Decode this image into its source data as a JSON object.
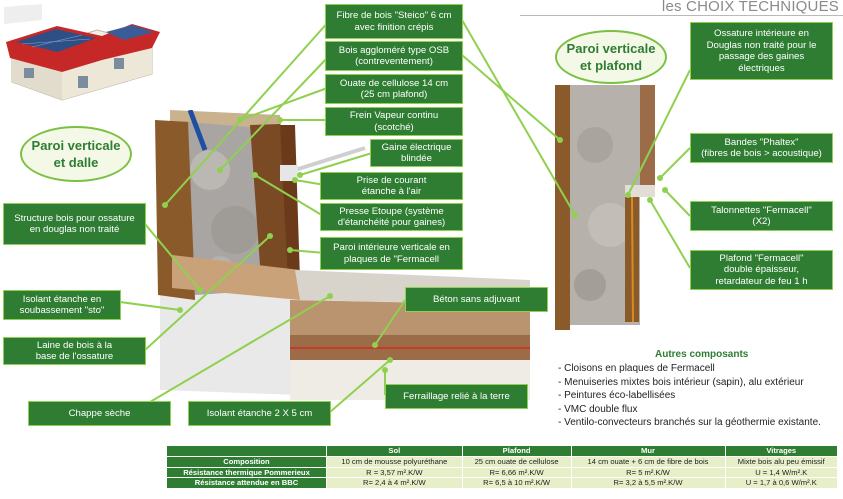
{
  "header": {
    "title": "les CHOIX TECHNIQUES"
  },
  "ovals": {
    "left": "Paroi verticale\net dalle",
    "right": "Paroi verticale\net plafond"
  },
  "labels": {
    "fibre": "Fibre de bois \"Steico\" 6 cm\navec finition crépis",
    "osb": "Bois aggloméré type OSB\n(contreventement)",
    "ouate": "Ouate de cellulose 14 cm\n(25 cm plafond)",
    "frein": "Frein Vapeur continu\n(scotché)",
    "gaine": "Gaine électrique\nblindée",
    "prise": "Prise de courant\nétanche à l'air",
    "presse": "Presse Etoupe (système\nd'étanchéité pour gaines)",
    "paroi_int": "Paroi intérieure verticale en\nplaques de \"Fermacell",
    "structure": "Structure bois pour ossature\nen douglas non traité",
    "isolant_sto": "Isolant étanche en\nsoubassement \"sto\"",
    "laine": "Laine de bois à la\nbase de l'ossature",
    "chappe": "Chappe sèche",
    "isolant_2x5": "Isolant étanche 2 X 5 cm",
    "beton": "Béton sans adjuvant",
    "ferraillage": "Ferraillage relié à la terre",
    "ossature_int": "Ossature intérieure en\nDouglas non traité pour le\npassage des gaines\nélectriques",
    "bandes": "Bandes \"Phaltex\"\n(fibres de bois > acoustique)",
    "talonnettes": "Talonnettes \"Fermacell\"\n(X2)",
    "plafond": "Plafond \"Fermacell\"\ndouble épaisseur,\nretardateur de feu 1 h"
  },
  "components": {
    "title": "Autres composants",
    "items": [
      "- Cloisons en plaques de Fermacell",
      "- Menuiseries mixtes bois intérieur (sapin), alu extérieur",
      "- Peintures éco-labellisées",
      "- VMC double flux",
      "- Ventilo-convecteurs branchés sur la géothermie existante."
    ]
  },
  "table": {
    "headers": [
      "",
      "Sol",
      "Plafond",
      "Mur",
      "Vitrages"
    ],
    "rows": [
      [
        "Composition",
        "10 cm de mousse polyuréthane",
        "25 cm ouate de cellulose",
        "14 cm ouate + 6 cm de fibre de bois",
        "Mixte bois alu peu émissif"
      ],
      [
        "Résistance thermique Pommerieux",
        "R = 3,57 m².K/W",
        "R= 6,66 m².K/W",
        "R= 5 m².K/W",
        "U = 1,4 W/m².K"
      ],
      [
        "Résistance attendue en BBC",
        "R= 2,4 à 4 m².K/W",
        "R= 6,5 à 10 m².K/W",
        "R= 3,2 à 5,5 m².K/W",
        "U = 1,7 à 0,6 W/m².K"
      ]
    ]
  }
}
